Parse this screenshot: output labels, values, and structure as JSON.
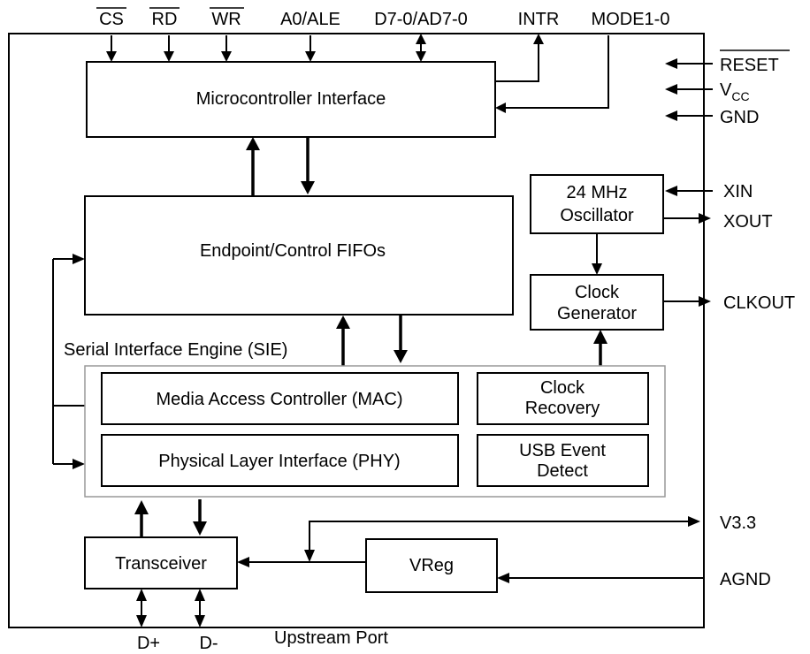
{
  "pins_top": {
    "cs": "CS",
    "rd": "RD",
    "wr": "WR",
    "a0ale": "A0/ALE",
    "d70": "D7-0/AD7-0",
    "intr": "INTR",
    "mode": "MODE1-0"
  },
  "pins_right": {
    "reset": "RESET",
    "vcc_main": "V",
    "vcc_sub": "CC",
    "gnd": "GND",
    "xin": "XIN",
    "xout": "XOUT",
    "clkout": "CLKOUT",
    "v33": "V3.3",
    "agnd": "AGND"
  },
  "pins_bottom": {
    "dplus": "D+",
    "dminus": "D-",
    "upstream": "Upstream Port"
  },
  "blocks": {
    "mcu_if": "Microcontroller Interface",
    "fifos": "Endpoint/Control FIFOs",
    "osc_line1": "24 MHz",
    "osc_line2": "Oscillator",
    "clkgen_line1": "Clock",
    "clkgen_line2": "Generator",
    "sie": "Serial Interface Engine (SIE)",
    "mac": "Media Access Controller (MAC)",
    "phy": "Physical Layer Interface (PHY)",
    "clkrec_line1": "Clock",
    "clkrec_line2": "Recovery",
    "usbevt_line1": "USB Event",
    "usbevt_line2": "Detect",
    "xcvr": "Transceiver",
    "vreg": "VReg"
  }
}
